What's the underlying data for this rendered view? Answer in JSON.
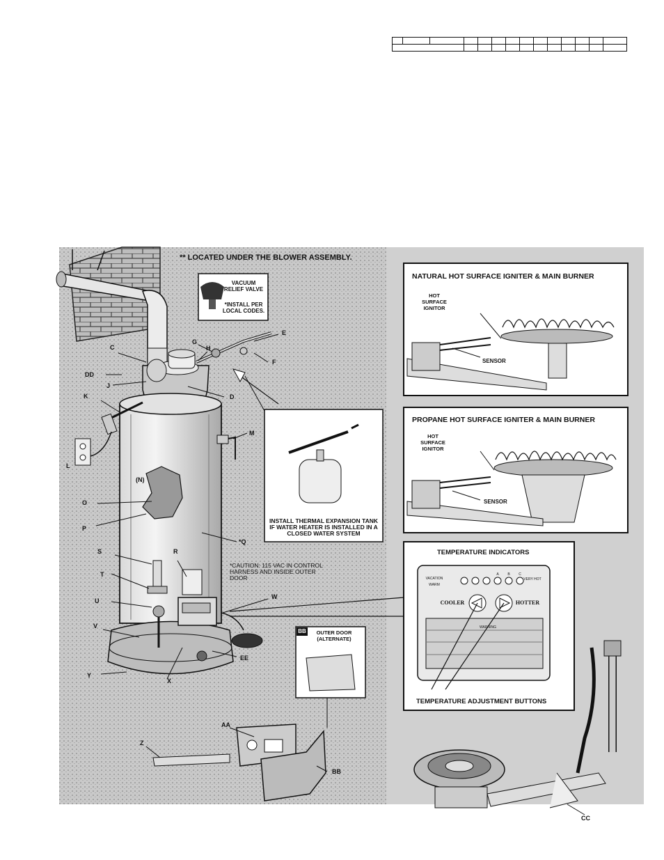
{
  "header_table": {
    "rows": 2,
    "cols": 14
  },
  "notes": {
    "blower_note": "** LOCATED UNDER THE BLOWER ASSEMBLY.",
    "vacuum_relief": "VACUUM RELIEF VALVE",
    "vacuum_install": "*INSTALL PER LOCAL CODES.",
    "expansion_tank": "INSTALL THERMAL EXPANSION TANK IF WATER HEATER IS INSTALLED IN A CLOSED WATER SYSTEM",
    "caution": "*CAUTION: 115 VAC IN CONTROL HARNESS AND INSIDE OUTER DOOR"
  },
  "panels": {
    "natural": {
      "title": "NATURAL HOT SURFACE IGNITER & MAIN BURNER",
      "ignitor": "HOT SURFACE IGNITOR",
      "sensor": "SENSOR"
    },
    "propane": {
      "title": "PROPANE HOT SURFACE IGNITER & MAIN BURNER",
      "ignitor": "HOT SURFACE IGNITOR",
      "sensor": "SENSOR"
    },
    "control": {
      "title": "TEMPERATURE INDICATORS",
      "vacation": "VACATION",
      "warm": "WARM",
      "a": "A",
      "b": "B",
      "c": "C",
      "very_hot": "VERY HOT",
      "cooler": "COOLER",
      "hotter": "HOTTER",
      "warning": "WARNING",
      "buttons": "TEMPERATURE ADJUSTMENT BUTTONS"
    },
    "outer_door": {
      "tag": "BB",
      "title": "OUTER DOOR (ALTERNATE)"
    }
  },
  "callouts": {
    "C": "C",
    "DD": "DD",
    "J": "J",
    "K": "K",
    "L": "L",
    "N": "(N)",
    "O": "O",
    "P": "P",
    "S": "S",
    "T": "T",
    "U": "U",
    "V": "V",
    "Y": "Y",
    "X": "X",
    "EE": "EE",
    "W": "W",
    "R": "R",
    "Q": "*Q",
    "M": "M",
    "D": "D",
    "H": "H",
    "G": "G",
    "E": "E",
    "F": "F",
    "AA": "AA",
    "Z": "Z",
    "BB": "BB",
    "CC": "CC"
  }
}
